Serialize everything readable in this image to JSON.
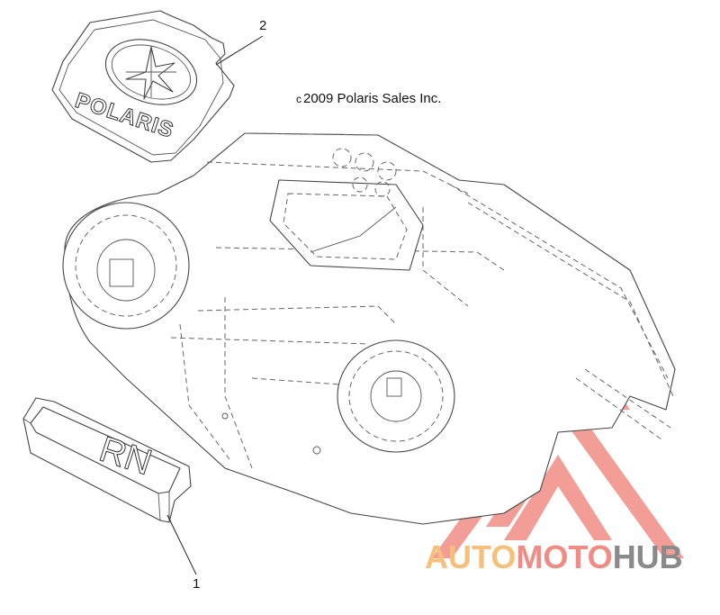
{
  "callouts": [
    {
      "id": "1",
      "label": "1"
    },
    {
      "id": "2",
      "label": "2"
    }
  ],
  "copyright": {
    "symbol": "c",
    "text": "2009 Polaris Sales Inc."
  },
  "decal_logo": {
    "brand": "POLARIS"
  },
  "key_label": {
    "text": "RN"
  },
  "watermark": {
    "part1": "AUTO",
    "part2": "MOTO",
    "part3": "HUB",
    "colors": {
      "gold": "#f4c07a",
      "red": "#f08c84",
      "grey": "#8a8a8a"
    }
  }
}
